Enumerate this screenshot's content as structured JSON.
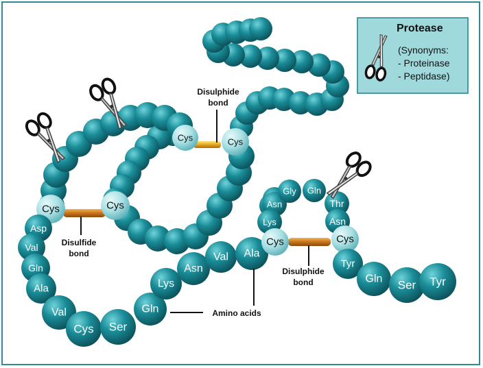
{
  "legend": {
    "title": "Protease",
    "synonyms_line1": "(Synonyms:",
    "synonyms_line2": "- Proteinase",
    "synonyms_line3": "- Peptidase)",
    "icon": "scissors-icon"
  },
  "callouts": {
    "disulphide_top_line1": "Disulphide",
    "disulphide_top_line2": "bond",
    "disulfide_left_line1": "Disulfide",
    "disulfide_left_line2": "bond",
    "disulphide_right_line1": "Disulphide",
    "disulphide_right_line2": "bond",
    "amino_acids": "Amino acids"
  },
  "residues": {
    "cys_left": "Cys",
    "asp": "Asp",
    "val_1": "Val",
    "gln_1": "Gln",
    "ala_1": "Ala",
    "val_2": "Val",
    "cys_bottom": "Cys",
    "ser_1": "Ser",
    "gln_2": "Gln",
    "lys_1": "Lys",
    "asn_1": "Asn",
    "val_3": "Val",
    "ala_2": "Ala",
    "cys_inner": "Cys",
    "cys_top_left": "Cys",
    "cys_top_right": "Cys",
    "asn_2": "Asn",
    "gly": "Gly",
    "gln_3": "Gln",
    "thr": "Thr",
    "lys_2": "Lys",
    "asn_3": "Asn",
    "cys_right_1": "Cys",
    "cys_right_2": "Cys",
    "tyr_1": "Tyr",
    "gln_4": "Gln",
    "ser_2": "Ser",
    "tyr_2": "Tyr"
  },
  "colors": {
    "bead": "#1a8d98",
    "bead_dark": "#0b5660",
    "bead_light": "#5fc3cb",
    "cys_light": "#b9e7ea",
    "bond": "#d98a2a",
    "frame": "#2f8a94",
    "legend_bg": "#9fd9dc"
  }
}
